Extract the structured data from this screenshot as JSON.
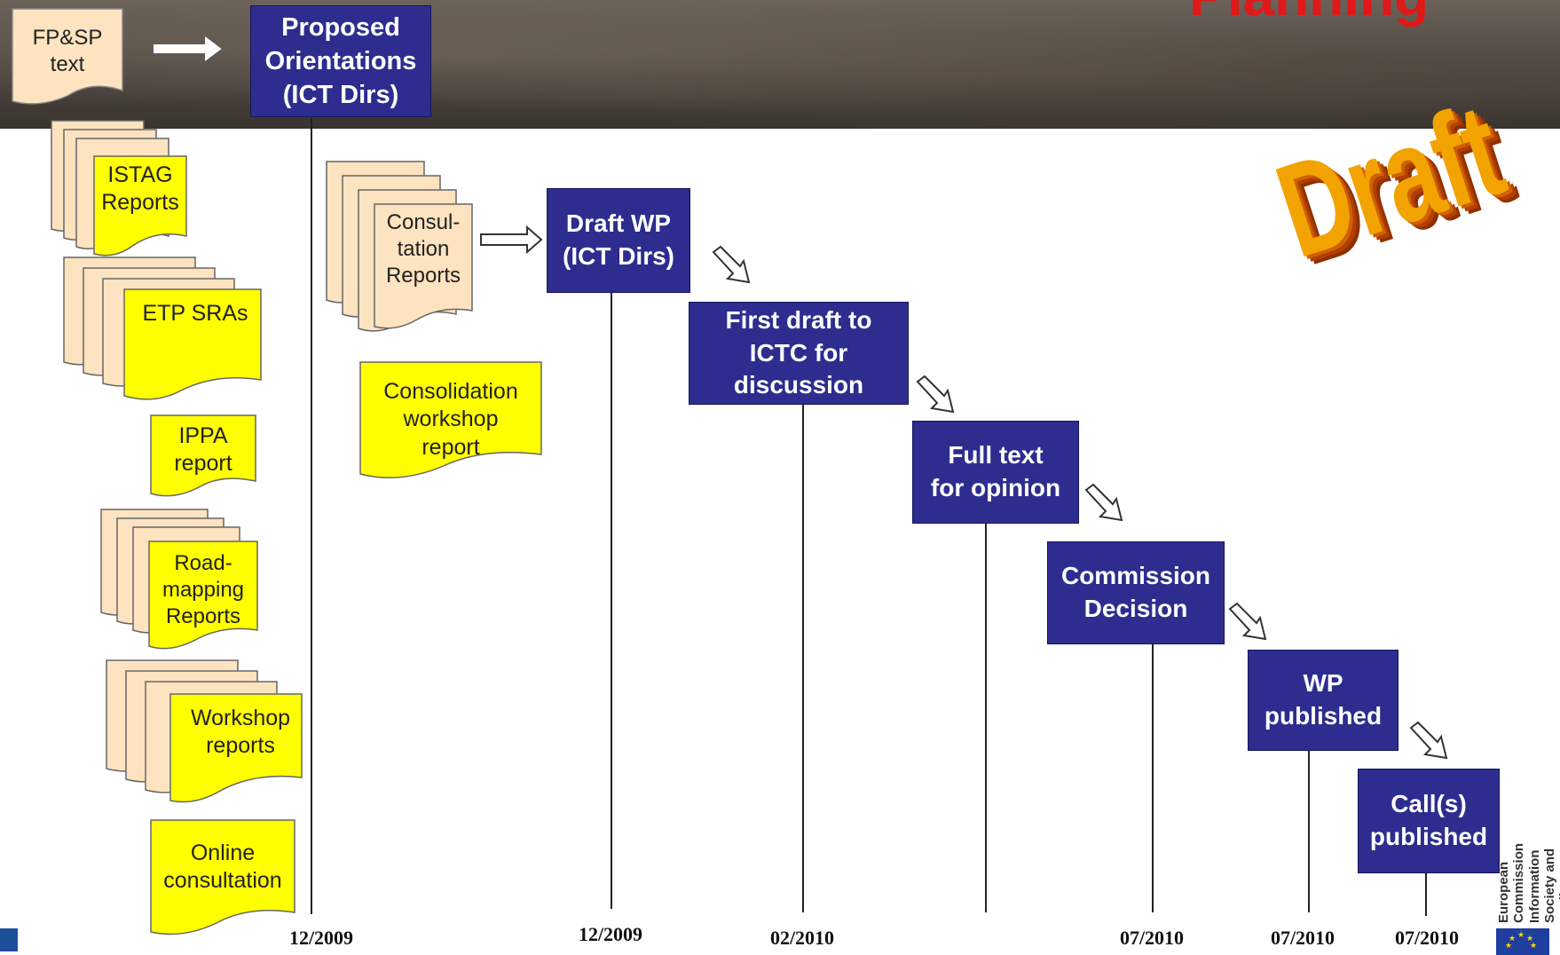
{
  "banner": {
    "title": "Planning"
  },
  "stamp": "Draft",
  "source_docs": {
    "fpsp": "FP&SP\ntext",
    "istag": "ISTAG\nReports",
    "etp": "ETP SRAs",
    "ippa": "IPPA\nreport",
    "roadmap": "Road-\nmapping\nReports",
    "workshop": "Workshop\nreports",
    "online": "Online\nconsultation",
    "consultation": "Consul-\ntation\nReports",
    "consolidation": "Consolidation\nworkshop\nreport"
  },
  "steps": [
    {
      "label": "Proposed\nOrientations\n(ICT Dirs)",
      "date": "12/2009"
    },
    {
      "label": "Draft WP\n(ICT Dirs)",
      "date": "12/2009"
    },
    {
      "label": "First draft to\nICTC for\ndiscussion",
      "date": "02/2010"
    },
    {
      "label": "Full text\nfor opinion",
      "date": ""
    },
    {
      "label": "Commission\nDecision",
      "date": "07/2010"
    },
    {
      "label": "WP\npublished",
      "date": "07/2010"
    },
    {
      "label": "Call(s)\npublished",
      "date": "07/2010"
    }
  ],
  "footer": {
    "org": "European Commission\nInformation Society and Media"
  },
  "colors": {
    "box": "#2d2d8f",
    "doc_yellow": "#ffff00",
    "doc_beige": "#fde3c0",
    "banner_title": "#e01818"
  },
  "icons": [
    "right-arrow-icon",
    "diagonal-arrow-icon",
    "eu-flag-icon"
  ]
}
